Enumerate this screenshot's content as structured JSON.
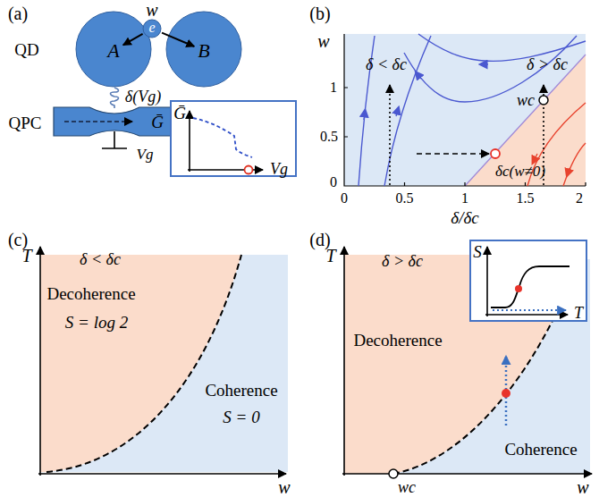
{
  "diagram": {
    "nodes": [
      {
        "text": [
          "A"
        ]
      },
      {
        "text": [
          "B"
        ]
      },
      {
        "text": [
          "e"
        ]
      },
      {
        "text": [
          "Ḡ",
          "Vg"
        ]
      },
      {
        "text": [
          "S",
          "T"
        ]
      }
    ],
    "edges": [
      {
        "from": 2,
        "to": 0,
        "arrow": "to"
      },
      {
        "from": 2,
        "to": 1,
        "arrow": "to"
      }
    ],
    "labels": [
      "(a)",
      "QD",
      "w",
      "QPC",
      "δ(Vg)",
      "Ḡ",
      "Vg",
      "(b)",
      "w",
      "0",
      "0.5",
      "1",
      "0",
      "0.5",
      "1",
      "1.5",
      "2",
      "δ/δc",
      "δ < δc",
      "δ > δc",
      "wc",
      "δc(w≠0)",
      "(c)",
      "T",
      "δ < δc",
      "Decoherence",
      "S = log 2",
      "Coherence",
      "S = 0",
      "w",
      "(d)",
      "T",
      "δ > δc",
      "Decoherence",
      "Coherence",
      "w",
      "wc"
    ]
  }
}
